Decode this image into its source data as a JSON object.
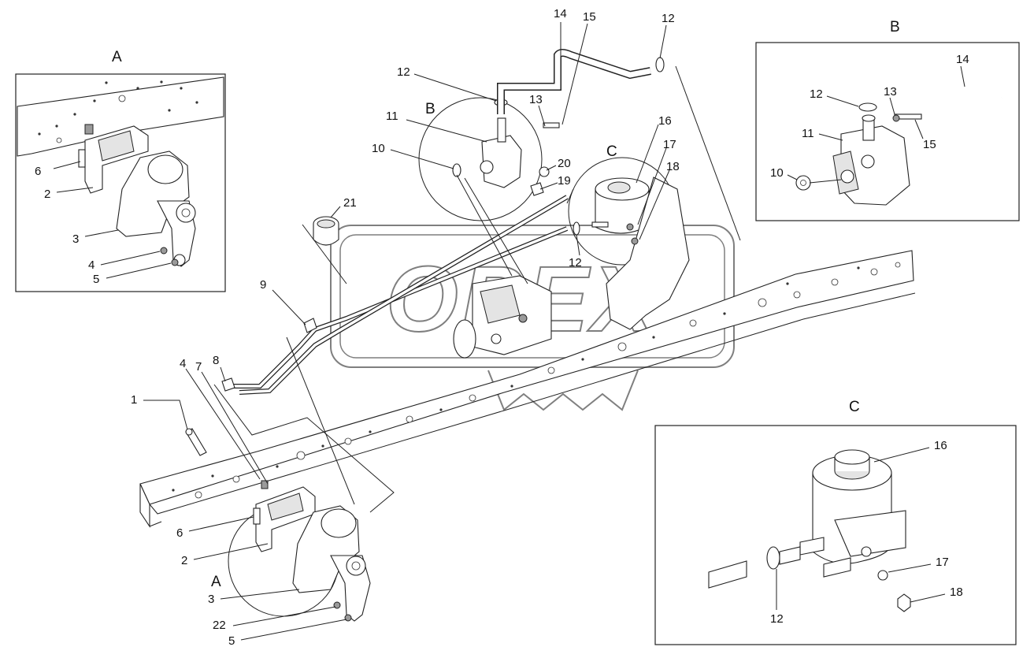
{
  "views": {
    "A": {
      "title": "A",
      "labels": [
        "6",
        "2",
        "3",
        "4",
        "5"
      ]
    },
    "B": {
      "title": "B",
      "labels": [
        "14",
        "12",
        "13",
        "11",
        "15",
        "10"
      ]
    },
    "C": {
      "title": "C",
      "labels": [
        "16",
        "17",
        "18",
        "12"
      ]
    }
  },
  "main": {
    "labels": [
      "14",
      "15",
      "12",
      "12",
      "13",
      "11",
      "10",
      "16",
      "17",
      "20",
      "18",
      "19",
      "21",
      "12",
      "9",
      "8",
      "4",
      "7",
      "1",
      "6",
      "2",
      "3",
      "22",
      "5"
    ],
    "callouts": [
      "B",
      "C",
      "A"
    ]
  },
  "watermark": {
    "text": "OPEX"
  },
  "colors": {
    "line": "#222222",
    "background": "#ffffff",
    "shade": "#e4e4e4"
  }
}
